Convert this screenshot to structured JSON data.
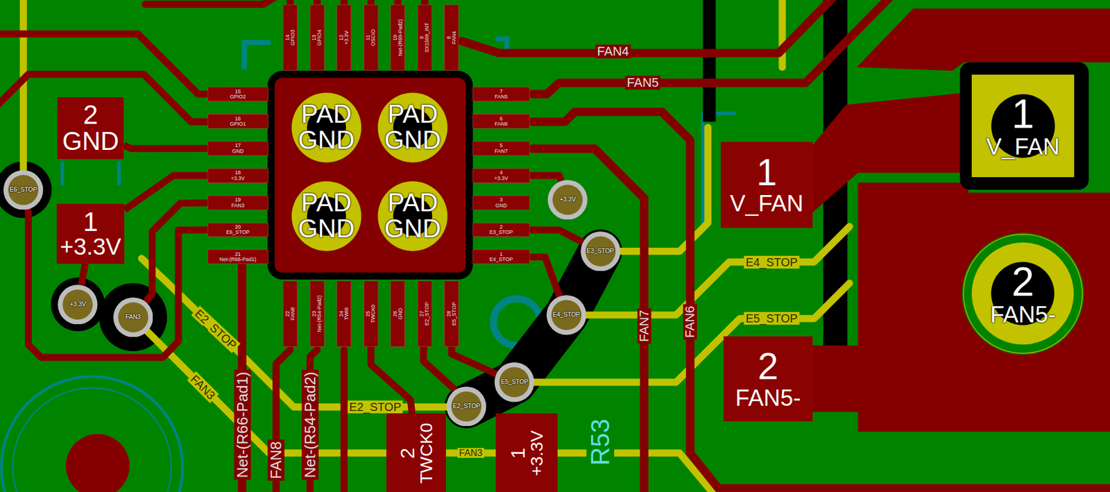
{
  "diagram": {
    "nodes": [
      {
        "text": [
          "14",
          "GPIO3"
        ]
      },
      {
        "text": [
          "13",
          "GPIO4"
        ]
      },
      {
        "text": [
          "12",
          "+3.3V"
        ]
      },
      {
        "text": [
          "11",
          "OSCIO"
        ]
      },
      {
        "text": [
          "10",
          "Net-(R60-Pad2)"
        ]
      },
      {
        "text": [
          "9",
          "SX1509_INT"
        ]
      },
      {
        "text": [
          "8",
          "FAN4"
        ]
      },
      {
        "text": [
          "1",
          "V_FAN"
        ]
      },
      {
        "text": [
          "15",
          "GPIO2"
        ]
      },
      {
        "text": [
          "7",
          "FAN5"
        ]
      },
      {
        "text": [
          "2",
          "GND"
        ]
      },
      {
        "text": [
          "PAD",
          "GND"
        ]
      },
      {
        "text": [
          "PAD",
          "GND"
        ]
      },
      {
        "text": [
          "16",
          "GPIO1"
        ]
      },
      {
        "text": [
          "6",
          "FAN6"
        ]
      },
      {
        "text": [
          "17",
          "GND"
        ]
      },
      {
        "text": [
          "5",
          "FAN7"
        ]
      },
      {
        "text": [
          "1",
          "V_FAN"
        ]
      },
      {
        "text": [
          "18",
          "+3.3V"
        ]
      },
      {
        "text": [
          "4",
          "+3.3V"
        ]
      },
      {
        "text": [
          "E6_STOP"
        ]
      },
      {
        "text": [
          "+3.3V"
        ]
      },
      {
        "text": [
          "1",
          "+3.3V"
        ]
      },
      {
        "text": [
          "PAD",
          "GND"
        ]
      },
      {
        "text": [
          "PAD",
          "GND"
        ]
      },
      {
        "text": [
          "19",
          "FAN3"
        ]
      },
      {
        "text": [
          "3",
          "GND"
        ]
      },
      {
        "text": [
          "20",
          "E6_STOP"
        ]
      },
      {
        "text": [
          "2",
          "E3_STOP"
        ]
      },
      {
        "text": [
          "E3_STOP"
        ]
      },
      {
        "text": [
          "21",
          "Net-(R66-Pad1)"
        ]
      },
      {
        "text": [
          "1",
          "E4_STOP"
        ]
      },
      {
        "text": [
          "2",
          "FAN5-"
        ]
      },
      {
        "text": [
          "+3.3V"
        ]
      },
      {
        "text": [
          "FAN3"
        ]
      },
      {
        "text": [
          "E4_STOP"
        ]
      },
      {
        "text": [
          "22",
          "FAN8"
        ]
      },
      {
        "text": [
          "23",
          "Net-(R54-Pad2)"
        ]
      },
      {
        "text": [
          "24",
          "TWI0"
        ]
      },
      {
        "text": [
          "25",
          "TWCK0"
        ]
      },
      {
        "text": [
          "26",
          "GND"
        ]
      },
      {
        "text": [
          "27",
          "E2_STOP"
        ]
      },
      {
        "text": [
          "28",
          "E5_STOP"
        ]
      },
      {
        "text": [
          "2",
          "FAN5-"
        ]
      },
      {
        "text": [
          "E5_STOP"
        ]
      },
      {
        "text": [
          "E2_STOP"
        ]
      },
      {
        "text": [
          "2",
          "TWCK0"
        ]
      },
      {
        "text": [
          "1",
          "+3.3V"
        ]
      }
    ],
    "edges": [
      {
        "from": 19,
        "to": 21,
        "arrow": "none"
      },
      {
        "from": 28,
        "to": 29,
        "arrow": "none"
      },
      {
        "from": 31,
        "to": 35,
        "arrow": "none"
      },
      {
        "from": 41,
        "to": 45,
        "arrow": "none"
      },
      {
        "from": 42,
        "to": 44,
        "arrow": "none"
      },
      {
        "from": 25,
        "to": 34,
        "arrow": "none"
      },
      {
        "from": 10,
        "to": 15,
        "arrow": "none"
      },
      {
        "from": 22,
        "to": 33,
        "arrow": "none"
      },
      {
        "from": 18,
        "to": 22,
        "arrow": "none"
      },
      {
        "from": 27,
        "to": 20,
        "arrow": "none"
      },
      {
        "from": 39,
        "to": 46,
        "arrow": "none"
      }
    ],
    "labels": [
      "FAN4",
      "FAN5",
      "FAN7",
      "FAN6",
      "E4_STOP",
      "E5_STOP",
      "E2_STOP",
      "FAN3",
      "E2_STOP",
      "Net-(R66-Pad1)",
      "FAN8",
      "Net-(R54-Pad2)",
      "FAN3",
      "R53"
    ]
  }
}
